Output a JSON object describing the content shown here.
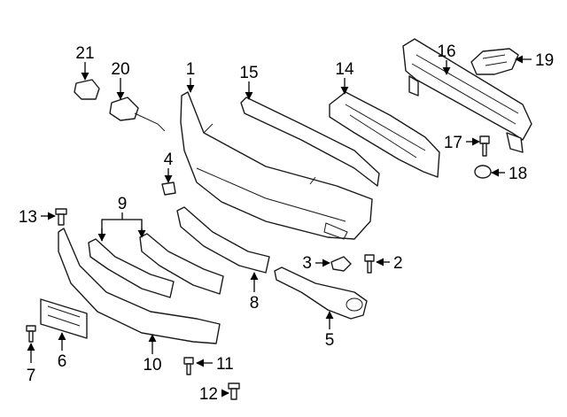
{
  "callouts": {
    "c1": "1",
    "c2": "2",
    "c3": "3",
    "c4": "4",
    "c5": "5",
    "c6": "6",
    "c7": "7",
    "c8": "8",
    "c9": "9",
    "c10": "10",
    "c11": "11",
    "c12": "12",
    "c13": "13",
    "c14": "14",
    "c15": "15",
    "c16": "16",
    "c17": "17",
    "c18": "18",
    "c19": "19",
    "c20": "20",
    "c21": "21"
  },
  "colors": {
    "line": "#1a1a1a",
    "fill": "#ffffff",
    "text": "#000000"
  }
}
